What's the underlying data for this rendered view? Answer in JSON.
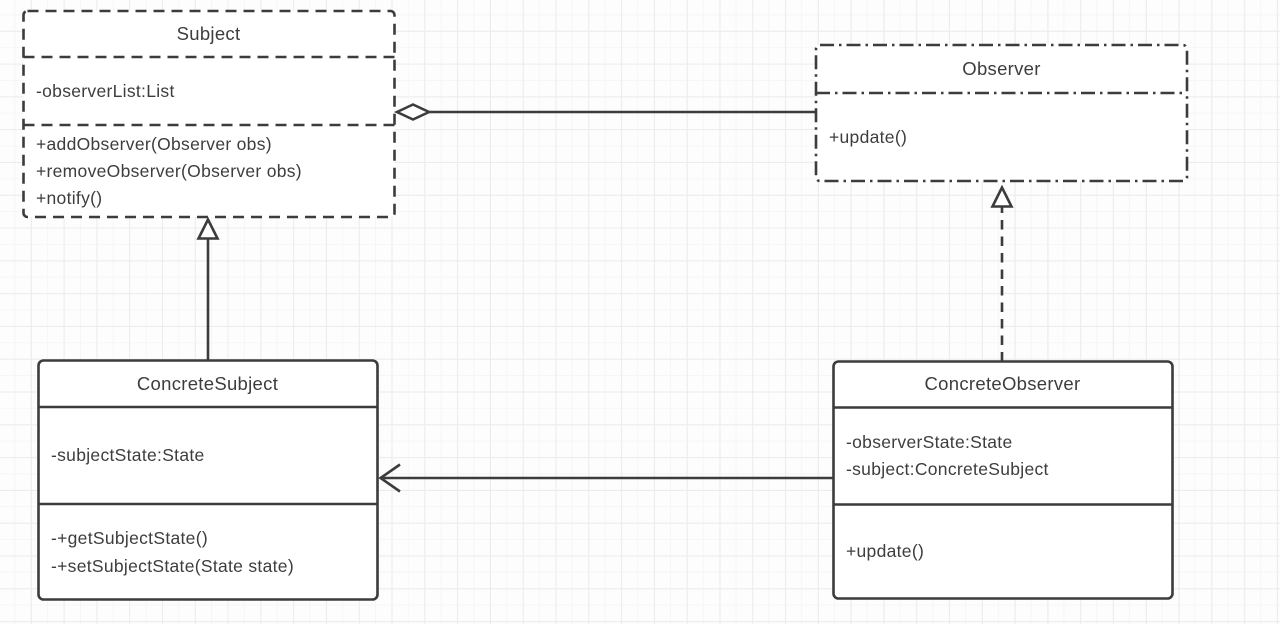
{
  "colors": {
    "stroke": "#3c3c3c",
    "text": "#3d3d3d",
    "box_fill": "#ffffff",
    "grid_line": "#ececec",
    "background": "#fdfdfd"
  },
  "classes": {
    "subject": {
      "name": "Subject",
      "border_style": "dashed",
      "attributes": [
        "-observerList:List"
      ],
      "methods": [
        "+addObserver(Observer obs)",
        "+removeObserver(Observer obs)",
        "+notify()"
      ]
    },
    "observer": {
      "name": "Observer",
      "border_style": "dash-dot",
      "attributes": [],
      "methods": [
        "+update()"
      ]
    },
    "concrete_subject": {
      "name": "ConcreteSubject",
      "border_style": "solid",
      "attributes": [
        "-subjectState:State"
      ],
      "methods": [
        "-+getSubjectState()",
        "-+setSubjectState(State state)"
      ]
    },
    "concrete_observer": {
      "name": "ConcreteObserver",
      "border_style": "solid",
      "attributes": [
        "-observerState:State",
        "-subject:ConcreteSubject"
      ],
      "methods": [
        "+update()"
      ]
    }
  },
  "relationships": [
    {
      "type": "aggregation",
      "from": "Subject",
      "to": "Observer",
      "marker": "hollow-diamond-at-subject",
      "line": "solid"
    },
    {
      "type": "generalization",
      "from": "ConcreteSubject",
      "to": "Subject",
      "marker": "hollow-triangle-at-subject",
      "line": "solid"
    },
    {
      "type": "realization",
      "from": "ConcreteObserver",
      "to": "Observer",
      "marker": "hollow-triangle-at-observer",
      "line": "dashed"
    },
    {
      "type": "association",
      "from": "ConcreteObserver",
      "to": "ConcreteSubject",
      "marker": "open-arrow-at-concrete-subject",
      "line": "solid"
    }
  ]
}
